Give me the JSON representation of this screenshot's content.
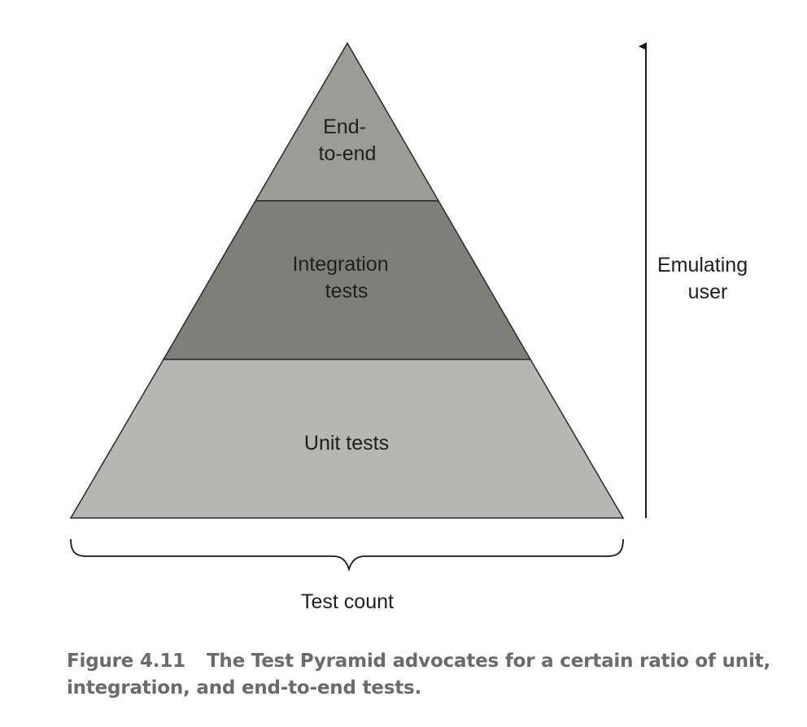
{
  "diagram": {
    "layers": [
      {
        "lines": [
          "End-",
          "to-end"
        ],
        "color": "#9c9b96"
      },
      {
        "lines": [
          "Integration",
          "tests"
        ],
        "color": "#7f7f7a"
      },
      {
        "lines": [
          "Unit tests"
        ],
        "color": "#b6b6b2"
      }
    ],
    "axis_label": [
      "Emulating",
      "user"
    ],
    "brace_label": "Test count"
  },
  "caption": {
    "figure_number": "Figure 4.11",
    "text": "The Test Pyramid advocates for a certain ratio of unit, integration, and end-to-end tests."
  }
}
